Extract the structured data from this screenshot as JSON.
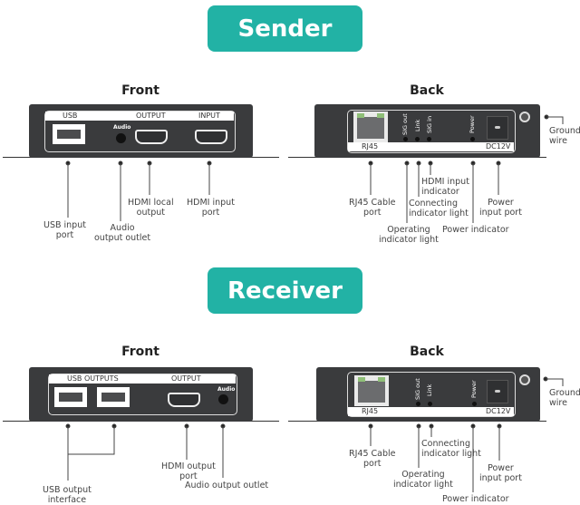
{
  "sender": {
    "banner": "Sender",
    "front": {
      "title": "Front",
      "panel_labels": {
        "usb": "USB",
        "audio": "Audio",
        "output": "OUTPUT",
        "input": "INPUT"
      },
      "callouts": {
        "usb": "USB input\nport",
        "audio": "Audio\noutput outlet",
        "hdmi_out": "HDMI local\noutput",
        "hdmi_in": "HDMI input\nport"
      }
    },
    "back": {
      "title": "Back",
      "panel_labels": {
        "rj45": "RJ45",
        "sig_out": "SIG out",
        "link": "Link",
        "sig_in": "SIG in",
        "power": "Power",
        "dc": "DC12V"
      },
      "callouts": {
        "rj45": "RJ45 Cable\nport",
        "operating": "Operating\nindicator light",
        "connecting": "Connecting\nindicator light",
        "hdmi_in": "HDMI input\nindicator",
        "power_ind": "Power indicator",
        "power_in": "Power\ninput port",
        "ground": "Ground\nwire"
      }
    }
  },
  "receiver": {
    "banner": "Receiver",
    "front": {
      "title": "Front",
      "panel_labels": {
        "usb": "USB OUTPUTS",
        "output": "OUTPUT",
        "audio": "Audio"
      },
      "callouts": {
        "usb": "USB output\ninterface",
        "hdmi_out": "HDMI output\nport",
        "audio": "Audio output outlet"
      }
    },
    "back": {
      "title": "Back",
      "panel_labels": {
        "rj45": "RJ45",
        "sig_out": "SIG out",
        "link": "Link",
        "power": "Power",
        "dc": "DC12V"
      },
      "callouts": {
        "rj45": "RJ45 Cable\nport",
        "connecting": "Connecting\nindicator light",
        "operating": "Operating\nindicator light",
        "power_in": "Power\ninput port",
        "power_ind": "Power indicator",
        "ground": "Ground\nwire"
      }
    }
  },
  "colors": {
    "banner": "#22b2a5",
    "device": "#3a3b3d"
  }
}
